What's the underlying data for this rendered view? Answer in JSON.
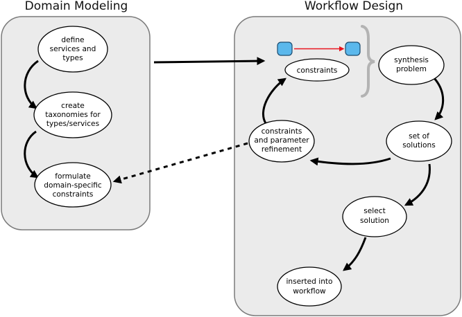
{
  "panels": {
    "domain_modeling": {
      "title": "Domain Modeling"
    },
    "workflow_design": {
      "title": "Workflow Design"
    }
  },
  "nodes": {
    "define_services": {
      "lines": [
        "define",
        "services and",
        "types"
      ]
    },
    "create_taxonomies": {
      "lines": [
        "create",
        "taxonomies for",
        "types/services"
      ]
    },
    "formulate_constraints": {
      "lines": [
        "formulate",
        "domain-specific",
        "constraints"
      ]
    },
    "constraints": {
      "lines": [
        "constraints"
      ]
    },
    "synthesis_problem": {
      "lines": [
        "synthesis",
        "problem"
      ]
    },
    "constraints_refinement": {
      "lines": [
        "constraints",
        "and parameter",
        "refinement"
      ]
    },
    "set_of_solutions": {
      "lines": [
        "set of",
        "solutions"
      ]
    },
    "select_solution": {
      "lines": [
        "select",
        "solution"
      ]
    },
    "inserted_into_workflow": {
      "lines": [
        "inserted into",
        "workflow"
      ]
    }
  },
  "colors": {
    "panel_fill": "#ebebeb",
    "small_box_fill": "#5bb8ec",
    "red_link": "#e8141e",
    "brace": "#b3b3b3"
  }
}
